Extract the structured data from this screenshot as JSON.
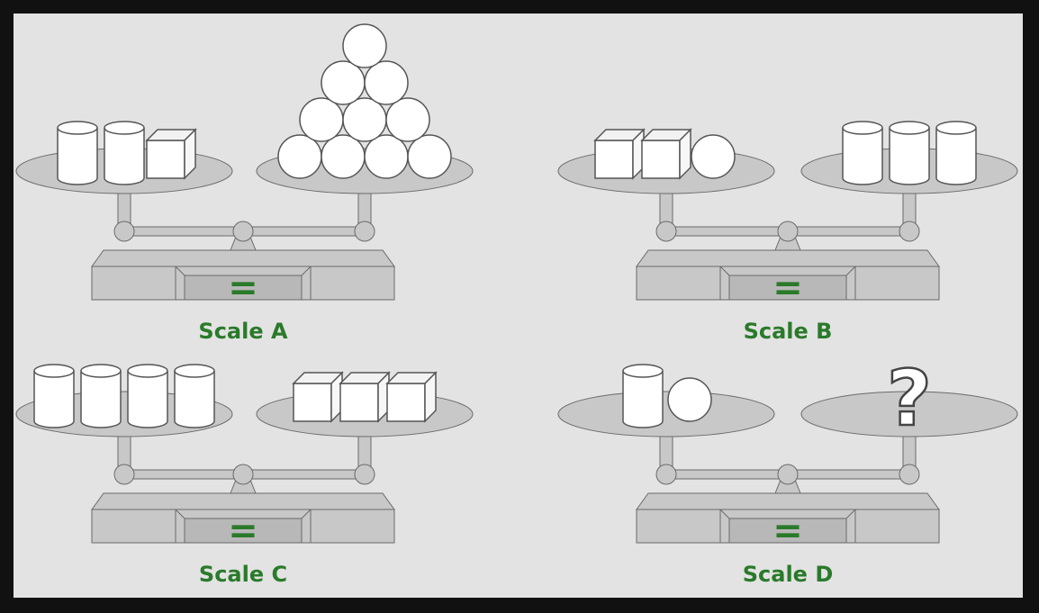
{
  "colors": {
    "frame_bg": "#111111",
    "panel_bg": "#e3e3e3",
    "scale_gray": "#c8c8c8",
    "scale_dark": "#b8b8b8",
    "outline": "#6a6a6a",
    "label_green": "#2a7a2a",
    "object_fill": "#ffffff"
  },
  "scales": [
    {
      "label": "Scale A",
      "indicator": "=",
      "left_pan": {
        "cylinder": 2,
        "cube": 1,
        "sphere": 0
      },
      "right_pan": {
        "cylinder": 0,
        "cube": 0,
        "sphere": 10
      },
      "right_unknown": false
    },
    {
      "label": "Scale B",
      "indicator": "=",
      "left_pan": {
        "cylinder": 0,
        "cube": 2,
        "sphere": 1
      },
      "right_pan": {
        "cylinder": 3,
        "cube": 0,
        "sphere": 0
      },
      "right_unknown": false
    },
    {
      "label": "Scale C",
      "indicator": "=",
      "left_pan": {
        "cylinder": 4,
        "cube": 0,
        "sphere": 0
      },
      "right_pan": {
        "cylinder": 0,
        "cube": 3,
        "sphere": 0
      },
      "right_unknown": false
    },
    {
      "label": "Scale D",
      "indicator": "=",
      "left_pan": {
        "cylinder": 1,
        "cube": 0,
        "sphere": 1
      },
      "right_pan": {
        "cylinder": 0,
        "cube": 0,
        "sphere": 0
      },
      "right_unknown": true,
      "unknown_symbol": "?"
    }
  ]
}
